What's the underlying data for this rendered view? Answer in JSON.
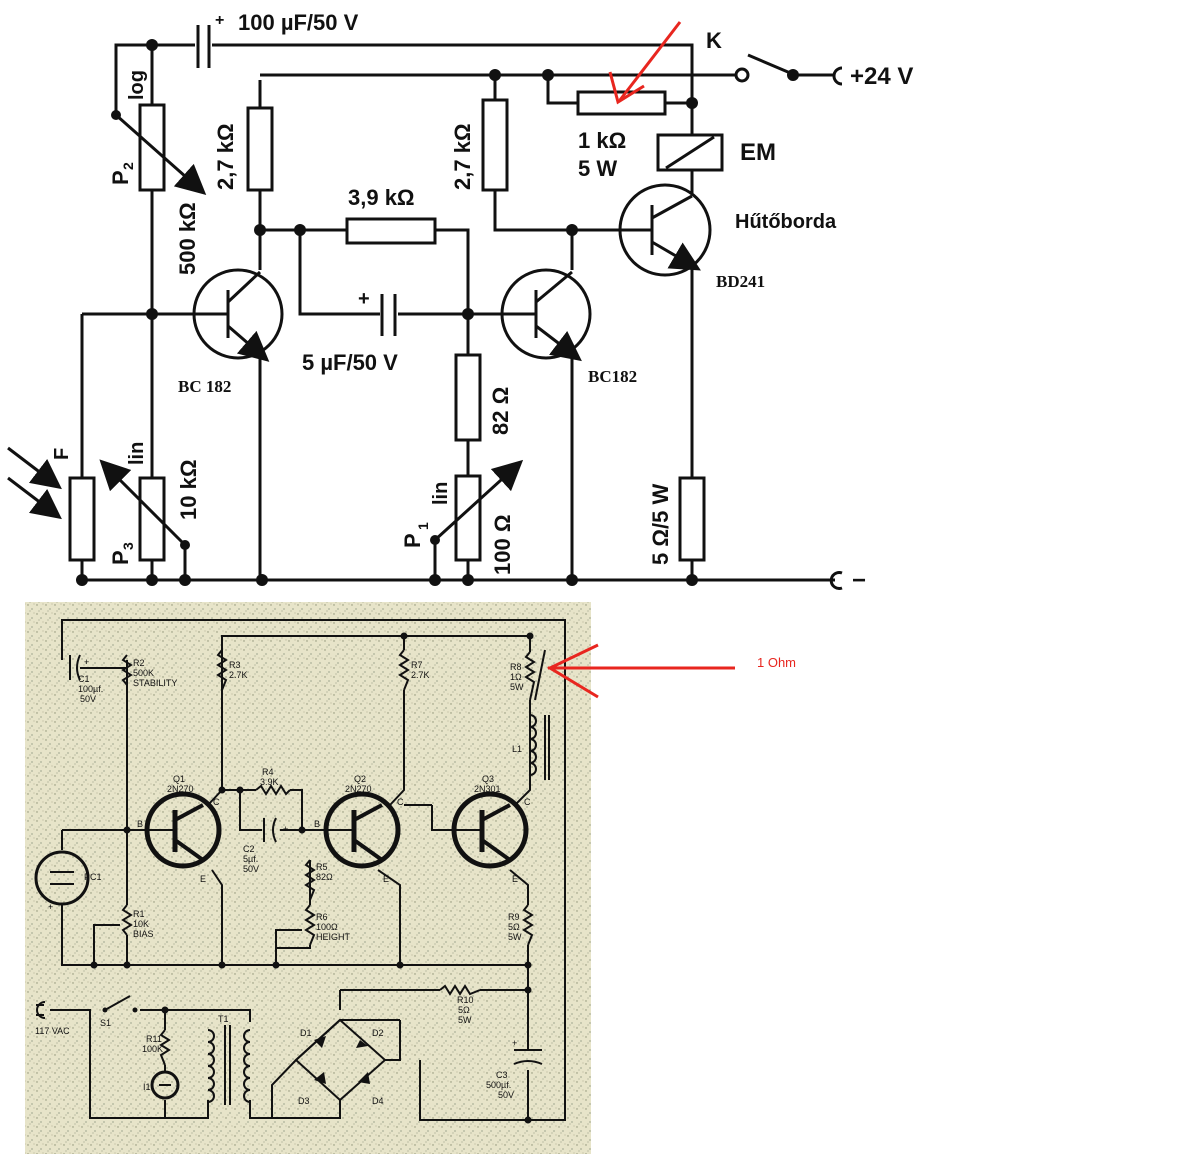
{
  "top_schematic": {
    "c_input": "100 µF/50 V",
    "c_input_plus": "+",
    "p2_type": "log",
    "p2_name": "P",
    "p2_sub": "2",
    "p2_value": "500 kΩ",
    "r_q1c": "2,7 kΩ",
    "r_q2c": "2,7 kΩ",
    "r_feedback": "3,9 kΩ",
    "c_coupling": "5 µF/50 V",
    "c_coupling_plus": "+",
    "r_em": "1 kΩ",
    "r_em_power": "5 W",
    "em_label": "EM",
    "switch_label": "K",
    "supply_pos": "+24 V",
    "supply_neg": "−",
    "heatsink_label": "Hűtőborda",
    "q3_label": "BD241",
    "q1_label": "BC 182",
    "q2_label": "BC182",
    "r_emitter2": "82 Ω",
    "p1_type": "lin",
    "p1_name": "P",
    "p1_sub": "1",
    "p1_value": "100 Ω",
    "r_emitter3": "5 Ω/5 W",
    "photo_label": "F",
    "p3_type": "lin",
    "p3_name": "P",
    "p3_sub": "3",
    "p3_value": "10 kΩ"
  },
  "bottom_schematic": {
    "c1_label": "C1",
    "c1_value": "100µf.",
    "c1_voltage": "50V",
    "r2_label": "R2",
    "r2_value": "500K",
    "r2_name": "STABILITY",
    "r3_label": "R3",
    "r3_value": "2.7K",
    "r7_label": "R7",
    "r7_value": "2.7K",
    "r8_label": "R8",
    "r8_value": "1Ω",
    "r8_power": "5W",
    "l1_label": "L1",
    "q1_label": "Q1",
    "q1_type": "2N270",
    "q2_label": "Q2",
    "q2_type": "2N270",
    "q3_label": "Q3",
    "q3_type": "2N301",
    "r4_label": "R4",
    "r4_value": "3.9K",
    "c2_label": "C2",
    "c2_value": "5µf.",
    "c2_voltage": "50V",
    "r5_label": "R5",
    "r5_value": "82Ω",
    "r6_label": "R6",
    "r6_value": "100Ω",
    "r6_name": "HEIGHT",
    "r1_label": "R1",
    "r1_value": "10K",
    "r1_name": "BIAS",
    "pc1_label": "PC1",
    "r9_label": "R9",
    "r9_value": "5Ω",
    "r9_power": "5W",
    "r10_label": "R10",
    "r10_value": "5Ω",
    "r10_power": "5W",
    "mains_label": "117 VAC",
    "s1_label": "S1",
    "r11_label": "R11",
    "r11_value": "100K",
    "i1_label": "I1",
    "t1_label": "T1",
    "d1_label": "D1",
    "d2_label": "D2",
    "d3_label": "D3",
    "d4_label": "D4",
    "c3_label": "C3",
    "c3_value": "500µf.",
    "c3_voltage": "50V",
    "pin_b": "B",
    "pin_c": "C",
    "pin_e": "E",
    "plus": "+"
  },
  "annotation": {
    "text": "1 Ohm",
    "color": "#e8261f"
  }
}
